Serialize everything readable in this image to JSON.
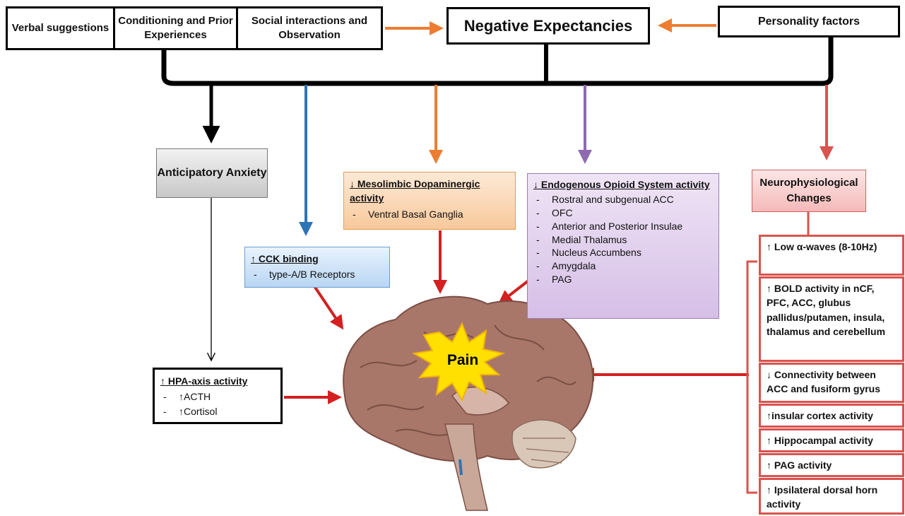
{
  "top": {
    "verbal": "Verbal suggestions",
    "conditioning": "Conditioning and Prior Experiences",
    "social": "Social interactions and Observation",
    "negative": "Negative Expectancies",
    "personality": "Personality factors"
  },
  "anxiety": "Anticipatory Anxiety",
  "hpa": {
    "title": "↑ HPA-axis activity",
    "items": [
      "↑ACTH",
      "↑Cortisol"
    ]
  },
  "cck": {
    "title": "↑ CCK binding",
    "items": [
      "type-A/B Receptors"
    ]
  },
  "dopamine": {
    "title": "↓ Mesolimbic Dopaminergic activity",
    "items": [
      "Ventral Basal Ganglia"
    ]
  },
  "opioid": {
    "title": "↓ Endogenous Opioid System activity",
    "items": [
      "Rostral and subgenual ACC",
      "OFC",
      "Anterior and Posterior Insulae",
      "Medial Thalamus",
      "Nucleus Accumbens",
      "Amygdala",
      "PAG"
    ]
  },
  "neuro": {
    "title": "Neurophysiological Changes",
    "items": [
      "↑ Low α-waves (8-10Hz)",
      "↑ BOLD activity in nCF, PFC, ACC, glubus pallidus/putamen, insula, thalamus and cerebellum",
      "↓ Connectivity between ACC and fusiform gyrus",
      "↑insular cortex activity",
      "↑ Hippocampal activity",
      "↑ PAG activity",
      "↑ Ipsilateral dorsal horn activity"
    ]
  },
  "center": {
    "pain": "Pain"
  },
  "colors": {
    "black": "#000000",
    "blue": "#2e75b6",
    "orange": "#ed7d31",
    "purple": "#8e6bb0",
    "red": "#d9534f",
    "arrow_red": "#d42020"
  }
}
